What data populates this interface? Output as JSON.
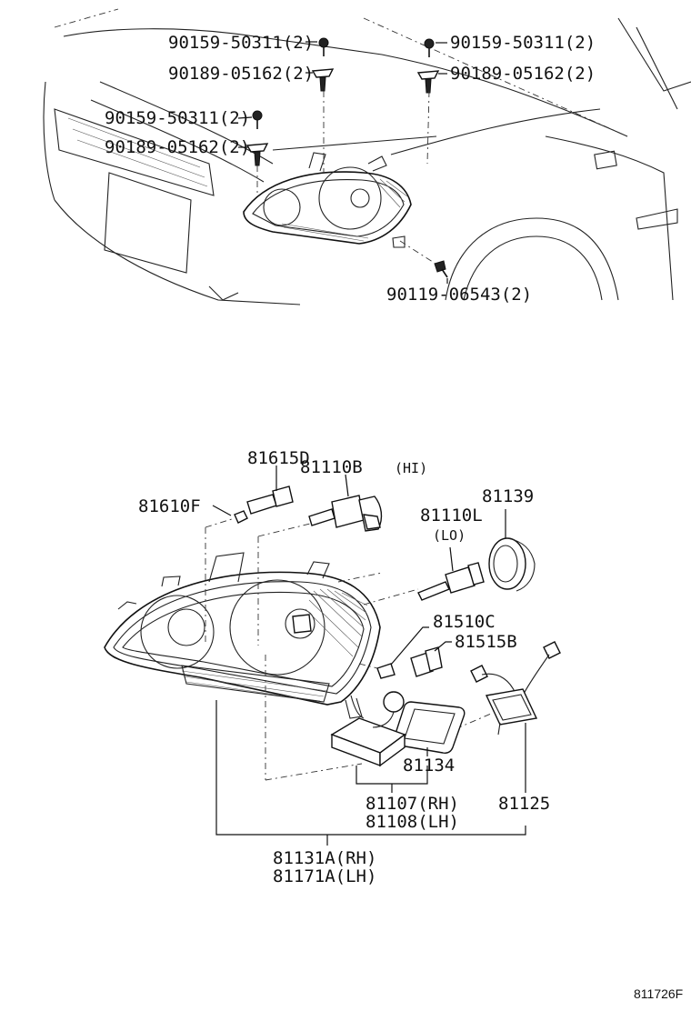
{
  "top_section": {
    "callouts": [
      {
        "text": "90159-50311(2)"
      },
      {
        "text": "90189-05162(2)"
      },
      {
        "text": "90159-50311(2)"
      },
      {
        "text": "90189-05162(2)"
      },
      {
        "text": "90159-50311(2)"
      },
      {
        "text": "90189-05162(2)"
      },
      {
        "text": "90119-06543(2)"
      }
    ]
  },
  "exploded_section": {
    "part_81615D": "81615D",
    "part_81610F": "81610F",
    "part_81110B": "81110B",
    "part_81110B_note": "(HI)",
    "part_81139": "81139",
    "part_81110L": "81110L",
    "part_81110L_note": "(LO)",
    "part_81510C": "81510C",
    "part_81515B": "81515B",
    "part_81134": "81134",
    "part_81107": "81107(RH)",
    "part_81108": "81108(LH)",
    "part_81125": "81125",
    "part_81131A": "81131A(RH)",
    "part_81171A": "81171A(LH)"
  },
  "figure_id": "811726F"
}
